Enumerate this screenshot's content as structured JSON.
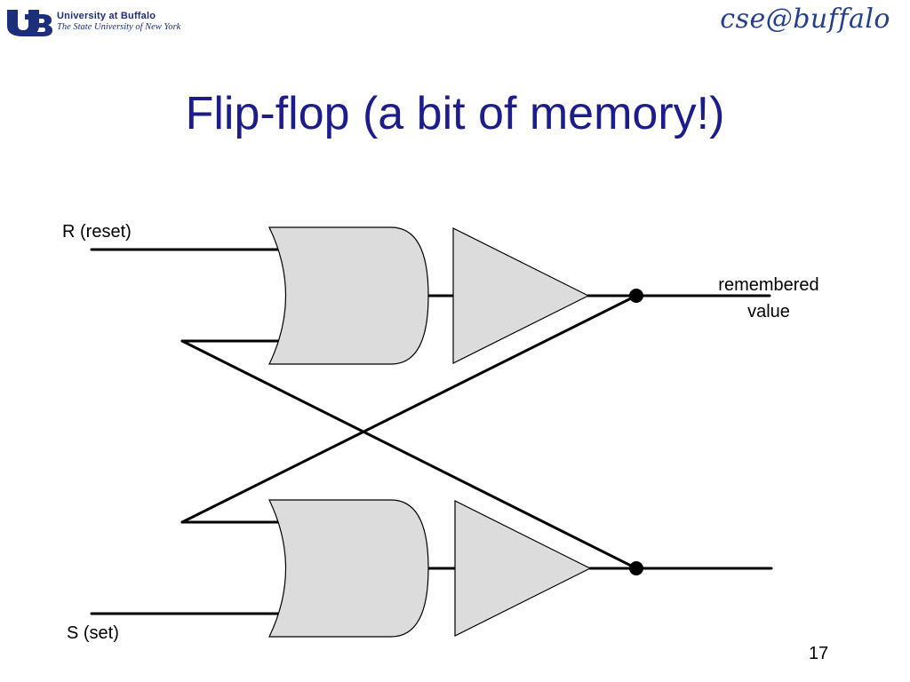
{
  "header": {
    "university_line1": "University at Buffalo",
    "university_line2": "The State University of New York",
    "cse_logo": "cse@buffalo"
  },
  "slide": {
    "title": "Flip-flop (a bit of memory!)",
    "page_number": "17"
  },
  "diagram": {
    "labels": {
      "reset_input": "R (reset)",
      "set_input": "S (set)",
      "output_line1": "remembered",
      "output_line2": "value"
    },
    "colors": {
      "gate_fill": "#dcdcdc",
      "wire": "#000000"
    }
  }
}
